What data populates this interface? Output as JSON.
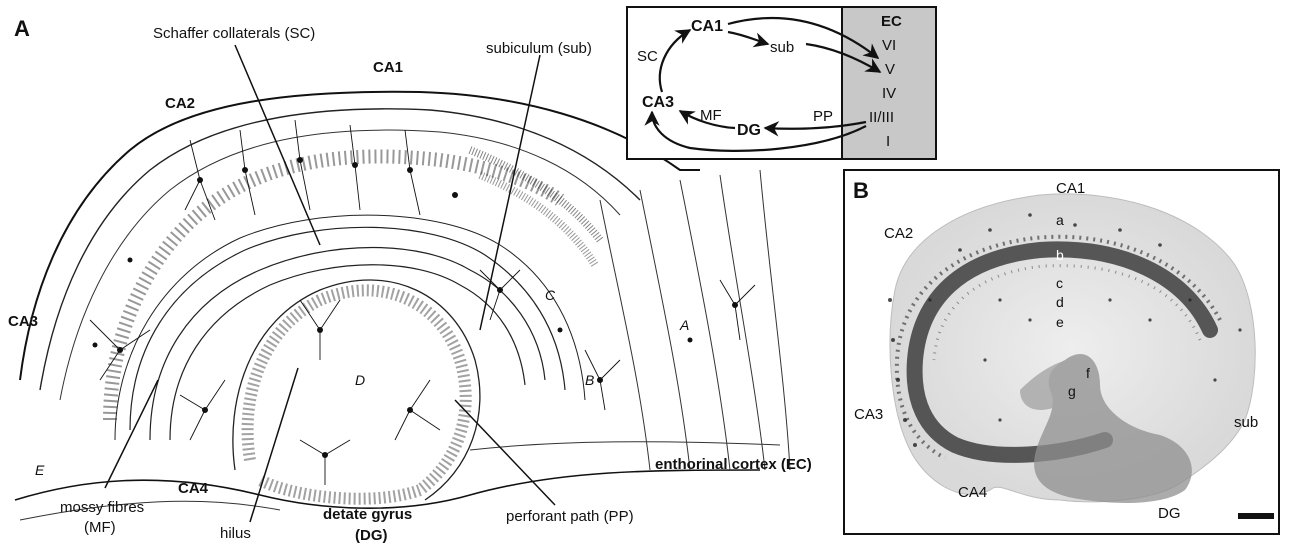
{
  "panelA": {
    "letter": "A",
    "labels": {
      "schaffer": "Schaffer collaterals (SC)",
      "ca1": "CA1",
      "subiculum": "subiculum (sub)",
      "ca2": "CA2",
      "ca3": "CA3",
      "ca4": "CA4",
      "mossy1": "mossy fibres",
      "mossy2": "(MF)",
      "hilus": "hilus",
      "dg1": "detate gyrus",
      "dg2": "(DG)",
      "perforant": "perforant path (PP)",
      "ec": "enthorinal cortex (EC)"
    }
  },
  "inset": {
    "nodes": {
      "ca1": "CA1",
      "sub": "sub",
      "ca3": "CA3",
      "dg": "DG"
    },
    "edges": {
      "sc": "SC",
      "mf": "MF",
      "pp": "PP"
    },
    "ec": {
      "title": "EC",
      "layers": [
        "VI",
        "V",
        "IV",
        "II/III",
        "I"
      ]
    }
  },
  "panelB": {
    "letter": "B",
    "regions": {
      "ca1": "CA1",
      "ca2": "CA2",
      "ca3": "CA3",
      "ca4": "CA4",
      "dg": "DG",
      "sub": "sub"
    },
    "layers": [
      "a",
      "b",
      "c",
      "d",
      "e",
      "f",
      "g"
    ]
  },
  "colors": {
    "ecBox": "#c8c8c8",
    "stain": "#3a3a3a"
  }
}
